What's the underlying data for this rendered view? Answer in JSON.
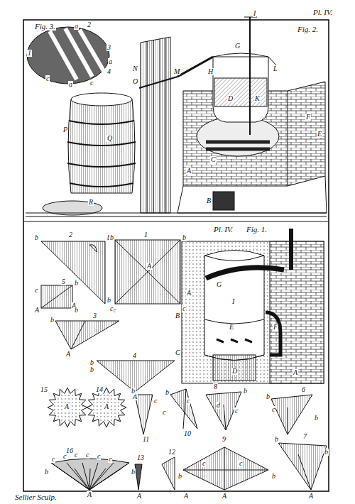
{
  "diagram": {
    "labels": [
      "Pl. IV.",
      "Fig. 3.",
      "1",
      "a",
      "2",
      "3",
      "a",
      "c",
      "a",
      "c",
      "4",
      "I",
      "Fig. 2.",
      "G",
      "H",
      "M",
      "N",
      "O",
      "P",
      "Q",
      "L",
      "D",
      "K",
      "F",
      "E",
      "C",
      "A",
      "B",
      "R",
      "Pl. IV.",
      "Fig. 1.",
      "G",
      "I",
      "A",
      "B",
      "E",
      "F",
      "C",
      "D",
      "A",
      "2",
      "b",
      "b",
      "b",
      "c",
      "A",
      "1",
      "b",
      "b",
      "c",
      "c",
      "A",
      "5",
      "c",
      "b",
      "A",
      "b",
      "3",
      "b",
      "A",
      "4",
      "b",
      "b",
      "A",
      "15",
      "14",
      "A",
      "A",
      "b",
      "c",
      "11",
      "b",
      "c",
      "c",
      "10",
      "8",
      "b",
      "d",
      "c",
      "6",
      "b",
      "c",
      "b",
      "16",
      "c",
      "c",
      "c",
      "c",
      "c",
      "c",
      "b",
      "b",
      "13",
      "12",
      "9",
      "c",
      "c",
      "b",
      "b",
      "7",
      "b",
      "b",
      "A",
      "A",
      "A",
      "A",
      "A",
      "Sellier Sculp."
    ]
  }
}
